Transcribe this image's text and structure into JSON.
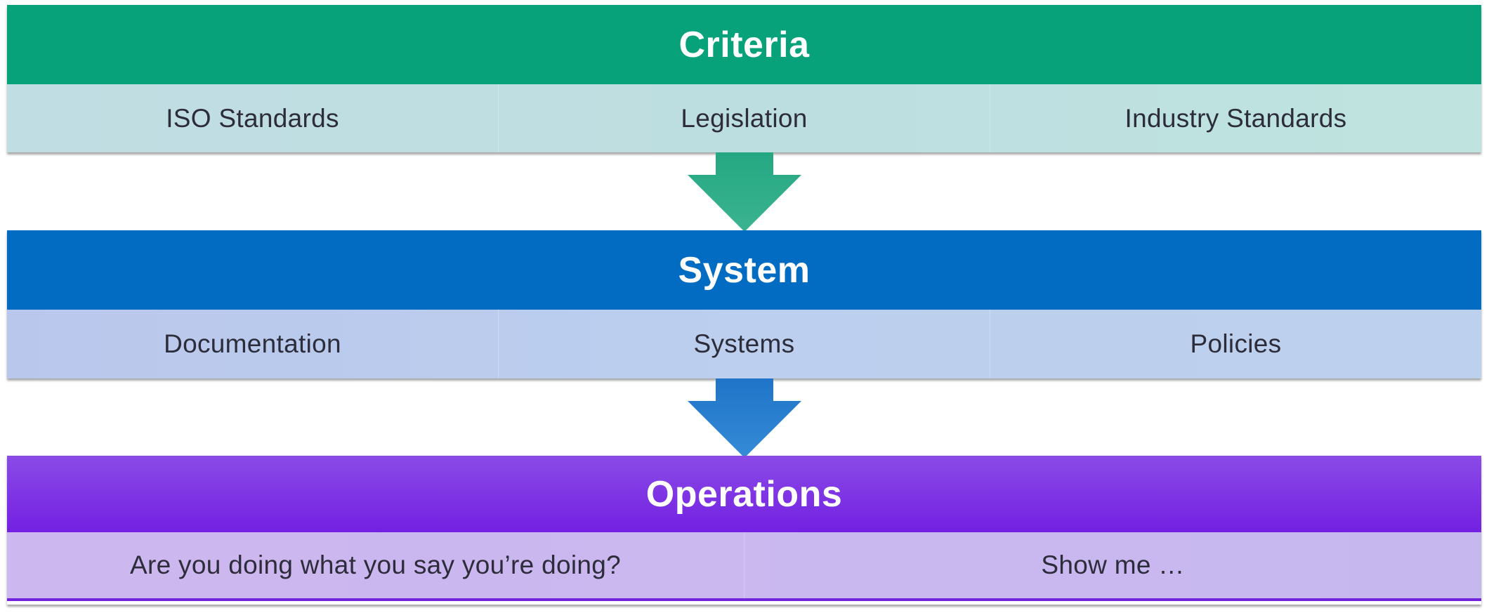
{
  "criteria": {
    "title": "Criteria",
    "items": [
      "ISO Standards",
      "Legislation",
      "Industry Standards"
    ]
  },
  "system": {
    "title": "System",
    "items": [
      "Documentation",
      "Systems",
      "Policies"
    ]
  },
  "operations": {
    "title": "Operations",
    "items": [
      "Are you doing what you say you’re doing?",
      "Show me …"
    ]
  },
  "colors": {
    "criteria_header": "#08a27a",
    "system_header": "#016cc1",
    "operations_header": "#7320e2",
    "arrow_1": "#2fae86",
    "arrow_2": "#2b7fcf"
  }
}
